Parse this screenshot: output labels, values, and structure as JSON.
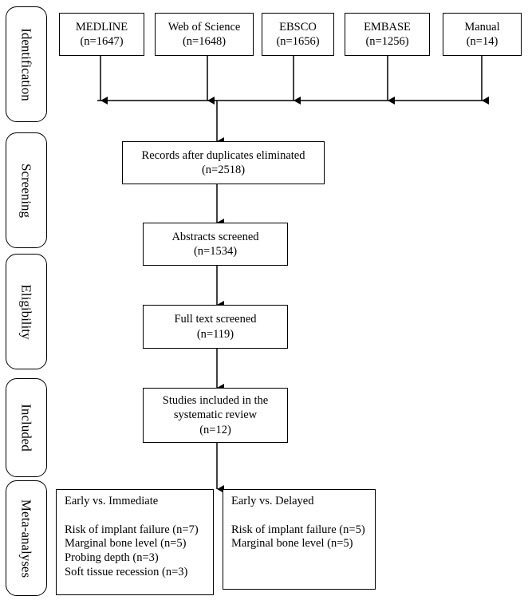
{
  "stages": [
    {
      "id": "identification",
      "label": "Identification"
    },
    {
      "id": "screening",
      "label": "Screening"
    },
    {
      "id": "eligibility",
      "label": "Eligibility"
    },
    {
      "id": "included",
      "label": "Included"
    },
    {
      "id": "meta",
      "label": "Meta-analyses"
    }
  ],
  "sources": [
    {
      "name": "MEDLINE",
      "count": "(n=1647)"
    },
    {
      "name": "Web of Science",
      "count": "(n=1648)"
    },
    {
      "name": "EBSCO",
      "count": "(n=1656)"
    },
    {
      "name": "EMBASE",
      "count": "(n=1256)"
    },
    {
      "name": "Manual",
      "count": "(n=14)"
    }
  ],
  "duplicates": {
    "line1": "Records after duplicates eliminated",
    "line2": "(n=2518)"
  },
  "abstracts": {
    "line1": "Abstracts screened",
    "line2": "(n=1534)"
  },
  "fulltext": {
    "line1": "Full text screened",
    "line2": "(n=119)"
  },
  "included": {
    "line1": "Studies included in the",
    "line2": "systematic review",
    "line3": "(n=12)"
  },
  "outcomes": [
    {
      "heading": "Early vs. Immediate",
      "items": [
        "Risk of implant failure (n=7)",
        "Marginal bone level (n=5)",
        "Probing depth (n=3)",
        "Soft tissue recession (n=3)"
      ]
    },
    {
      "heading": "Early vs. Delayed",
      "items": [
        "Risk of implant failure (n=5)",
        "Marginal bone level (n=5)"
      ]
    }
  ]
}
